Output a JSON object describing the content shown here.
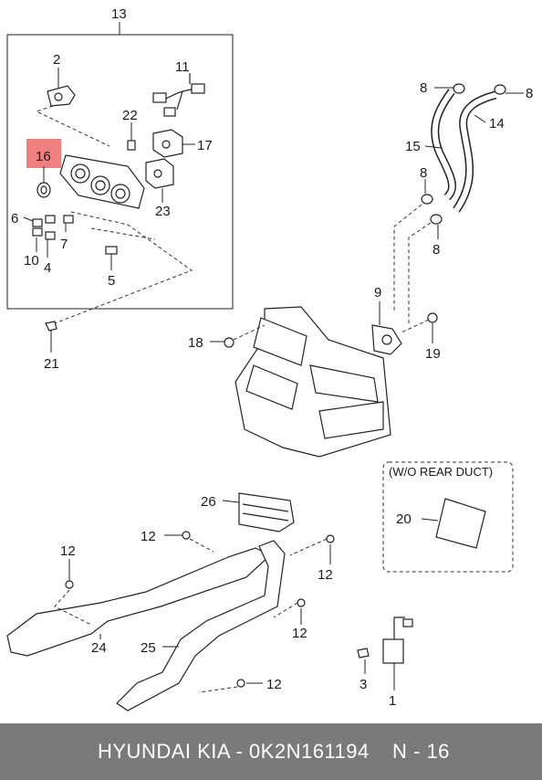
{
  "diagram": {
    "callouts": {
      "n13": "13",
      "n2": "2",
      "n11": "11",
      "n22": "22",
      "n16": "16",
      "n17": "17",
      "n6": "6",
      "n7": "7",
      "n23": "23",
      "n10": "10",
      "n4": "4",
      "n5": "5",
      "n21": "21",
      "n8a": "8",
      "n8b": "8",
      "n8c": "8",
      "n8d": "8",
      "n14": "14",
      "n15": "15",
      "n9": "9",
      "n18": "18",
      "n19": "19",
      "n26": "26",
      "n12a": "12",
      "n12b": "12",
      "n12c": "12",
      "n12d": "12",
      "n12e": "12",
      "n24": "24",
      "n25": "25",
      "n3": "3",
      "n1": "1",
      "n20": "20"
    },
    "highlight_color": "#f08080",
    "wo_rear_duct_label": "(W/O REAR DUCT)"
  },
  "footer": {
    "brand_part": "HYUNDAI  KIA - 0K2N161194",
    "position": "N - 16"
  }
}
